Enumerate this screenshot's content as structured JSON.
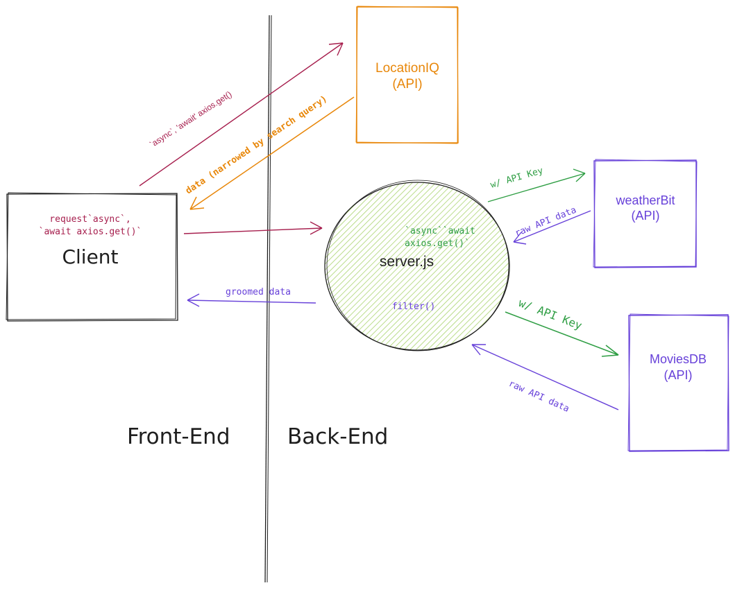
{
  "colors": {
    "client": "#1e1e1e",
    "request": "#a61e4d",
    "location": "#e8870a",
    "server_text": "#2f9e44",
    "server_fill": "#a9d46e",
    "purple": "#6741d9",
    "divider": "#1e1e1e"
  },
  "regions": {
    "front_end": "Front-End",
    "back_end": "Back-End"
  },
  "nodes": {
    "client": {
      "title": "Client",
      "note_line1": "request`async`,",
      "note_line2": "`await axios.get()`"
    },
    "server": {
      "title": "server.js",
      "note_line1": "`async``await",
      "note_line2": "axios.get()`",
      "filter": "filter()"
    },
    "locationiq": {
      "line1": "LocationIQ",
      "line2": "(API)"
    },
    "weatherbit": {
      "line1": "weatherBit",
      "line2": "(API)"
    },
    "moviesdb": {
      "line1": "MoviesDB",
      "line2": "(API)"
    }
  },
  "edges": {
    "client_to_location": "`async`, 'await' axios.get()",
    "location_to_client": "data (narrowed by search query)",
    "server_to_client": "groomed data",
    "server_to_weather": "w/ API Key",
    "weather_to_server": "raw API data",
    "server_to_movies": "w/ API Key",
    "movies_to_server": "raw API data"
  }
}
